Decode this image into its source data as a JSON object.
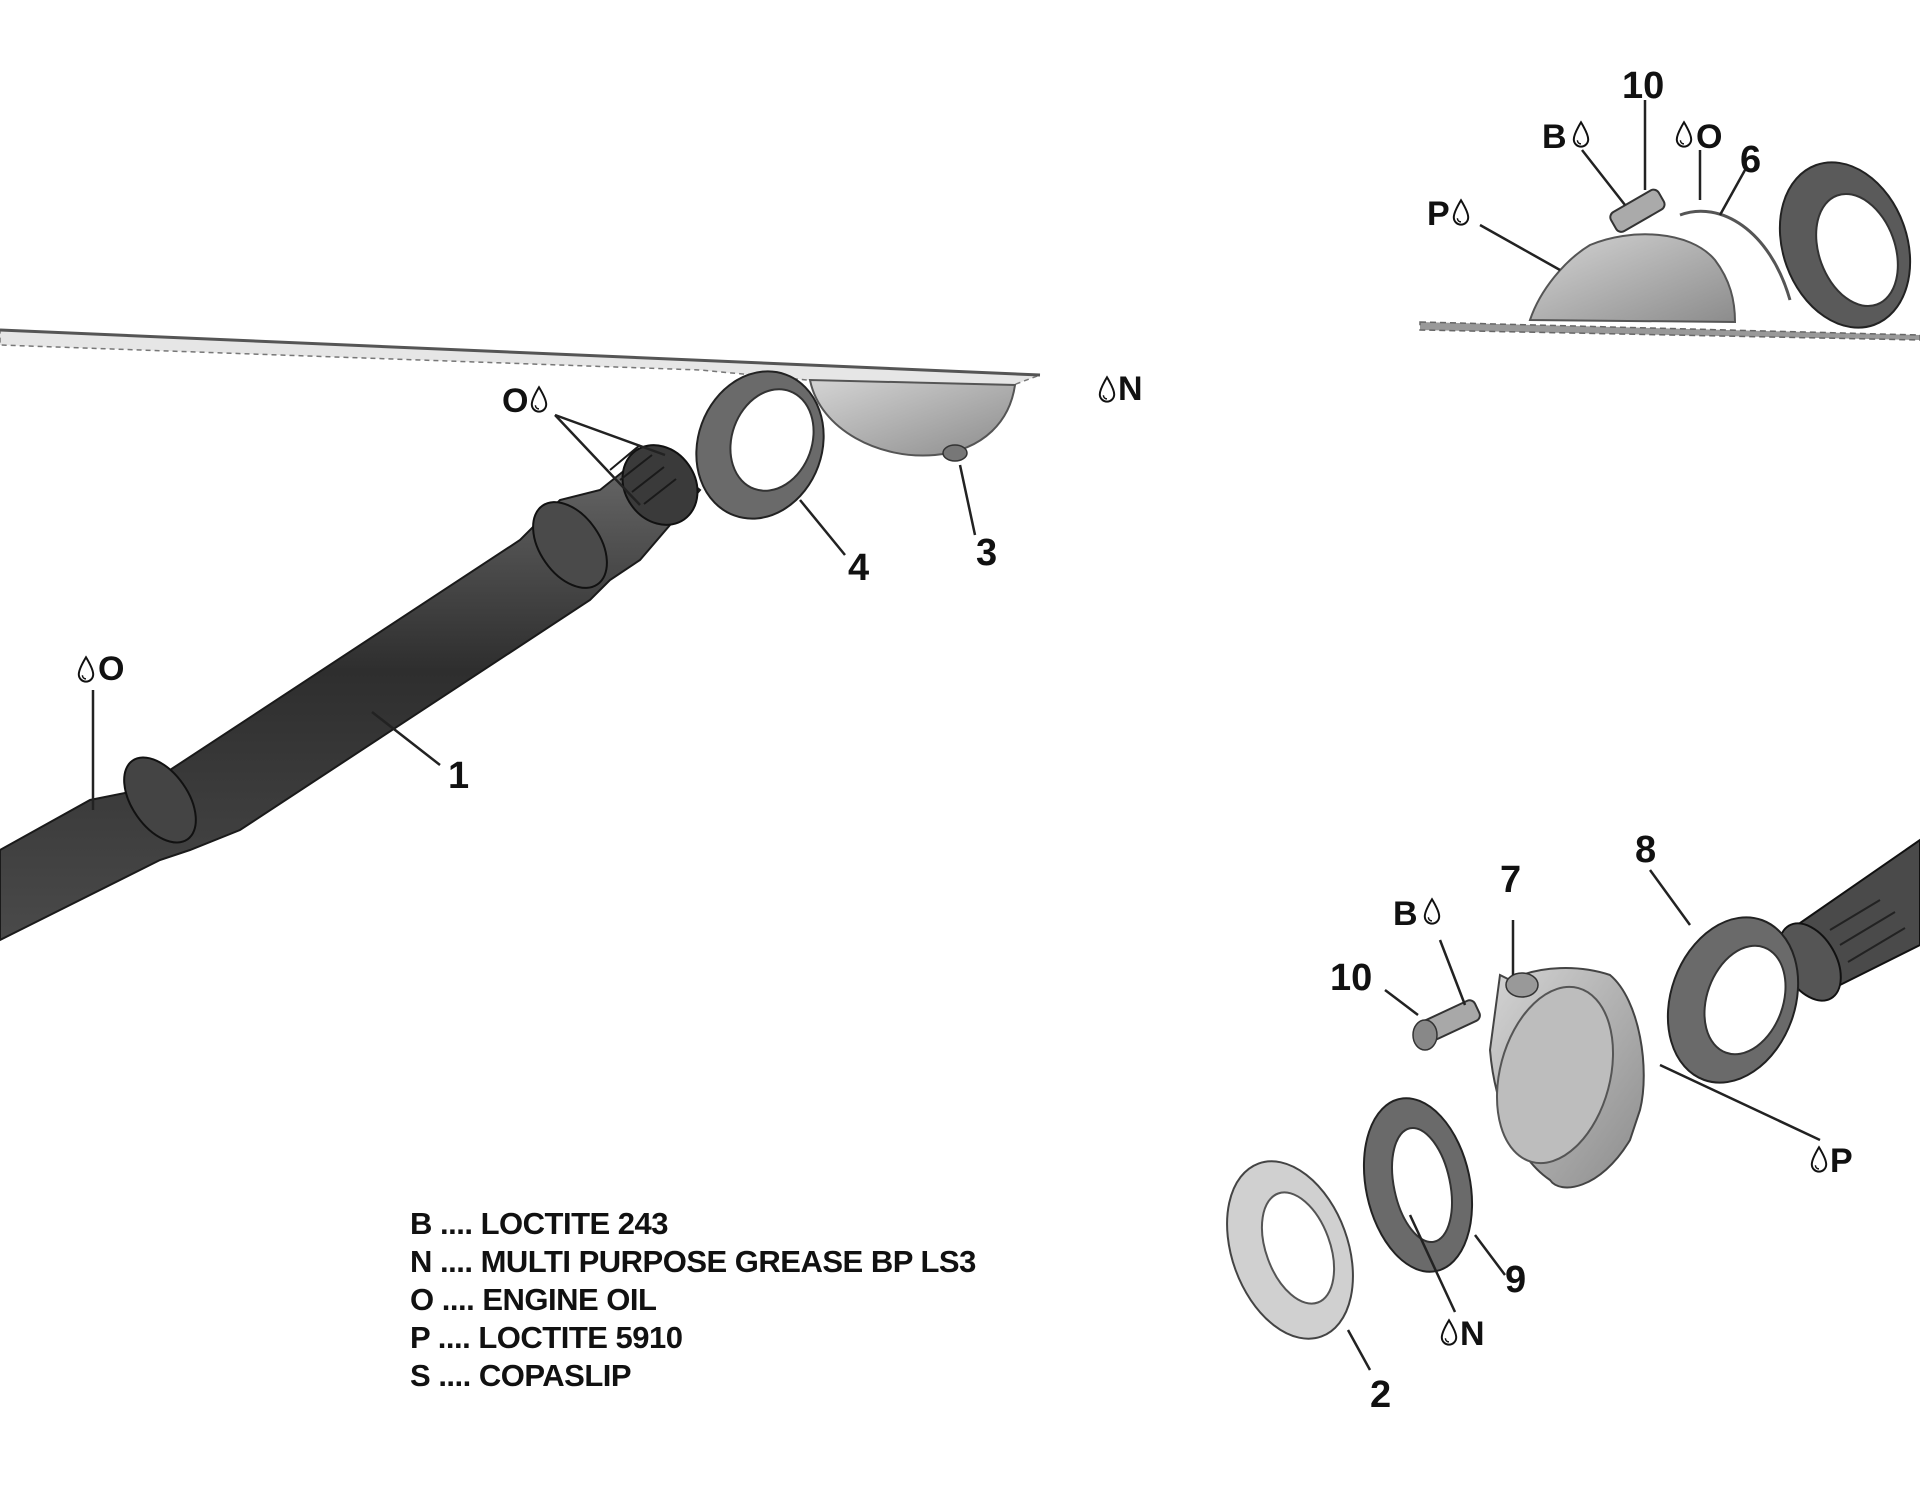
{
  "callouts": {
    "c1": "1",
    "c2": "2",
    "c3": "3",
    "c4": "4",
    "c6": "6",
    "c7": "7",
    "c8": "8",
    "c9": "9",
    "c10a": "10",
    "c10b": "10"
  },
  "lubricant_marks": {
    "o_top": "O",
    "o_left": "O",
    "o_right": "O",
    "n_top": "N",
    "n_bottom": "N",
    "b_top": "B",
    "b_bottom": "B",
    "p_top": "P",
    "p_right": "P"
  },
  "legend": [
    {
      "code": "B",
      "sep": "....",
      "desc": "LOCTITE 243"
    },
    {
      "code": "N",
      "sep": "....",
      "desc": "MULTI PURPOSE GREASE BP LS3"
    },
    {
      "code": "O",
      "sep": "....",
      "desc": "ENGINE OIL"
    },
    {
      "code": "P",
      "sep": "....",
      "desc": "LOCTITE 5910"
    },
    {
      "code": "S",
      "sep": "....",
      "desc": "COPASLIP"
    }
  ],
  "colors": {
    "part_dark": "#3a3a3a",
    "part_mid": "#8a8a8a",
    "part_light": "#c8c8c8",
    "ink": "#111111"
  },
  "icons": {
    "drop": "drop-icon"
  }
}
